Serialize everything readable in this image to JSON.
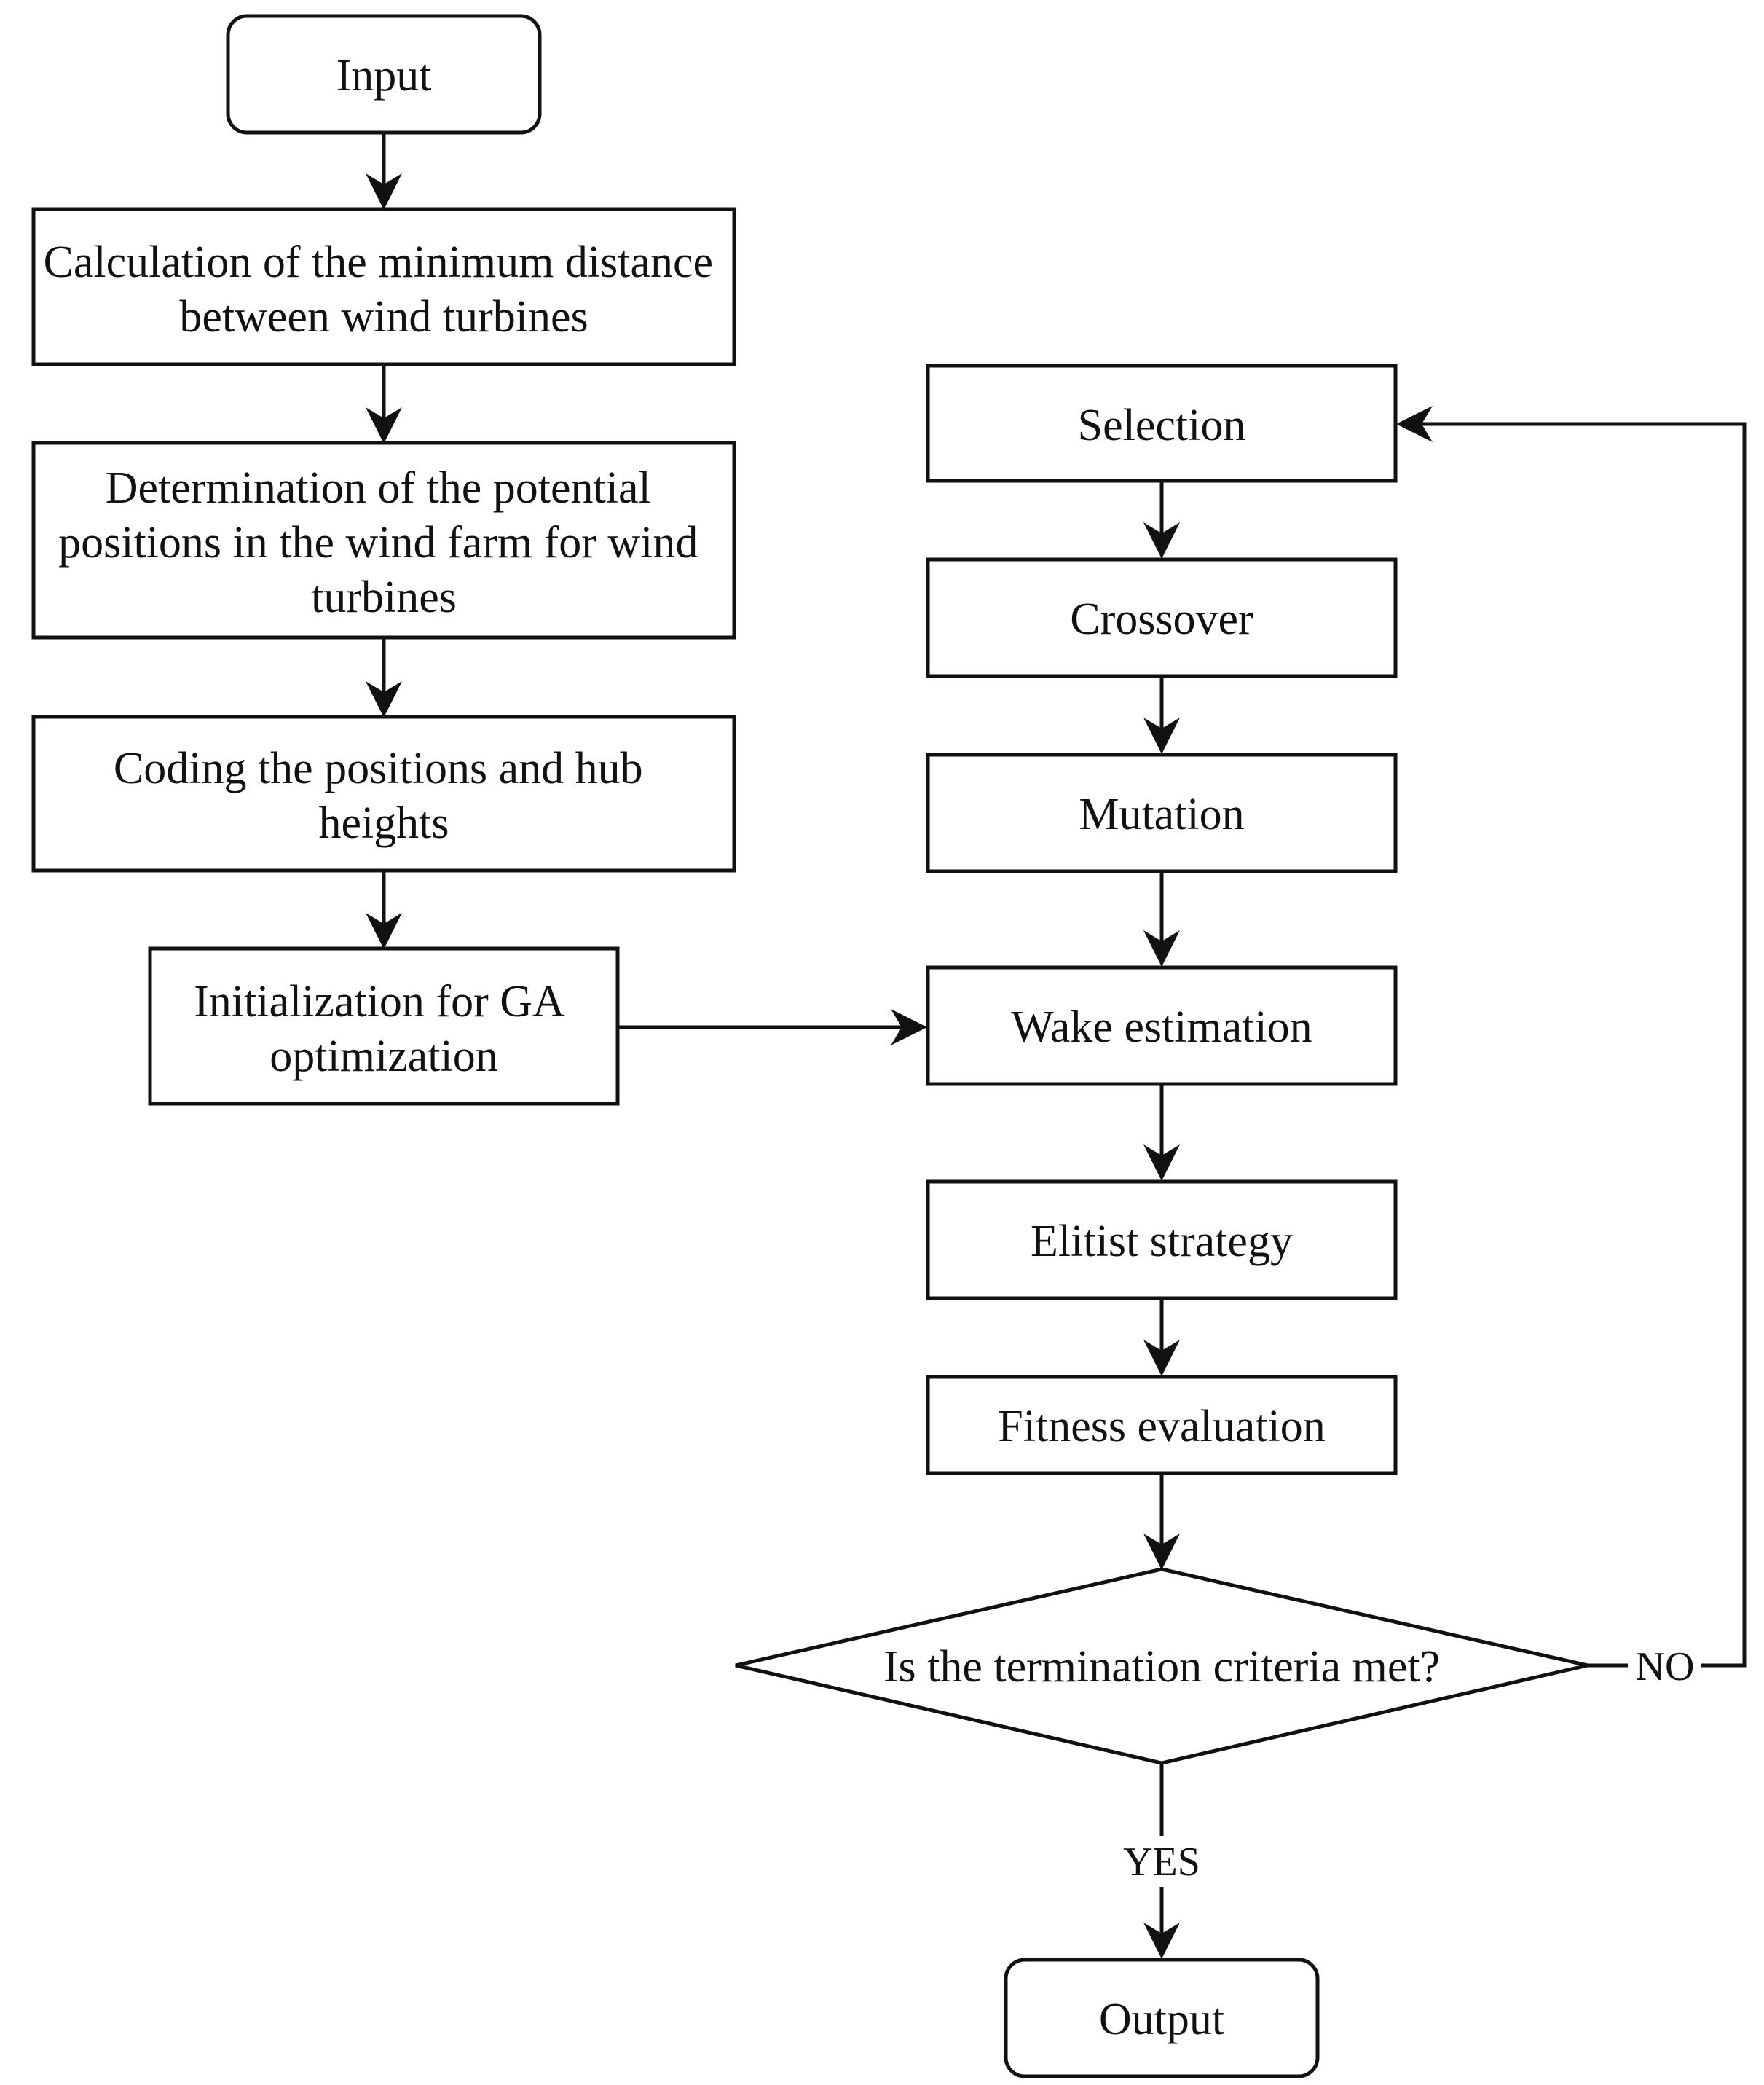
{
  "nodes": {
    "input": "Input",
    "min_distance": [
      "Calculation of the minimum distance",
      "between wind turbines"
    ],
    "potential_positions": [
      "Determination of the potential",
      "positions in the wind farm for wind",
      "turbines"
    ],
    "coding": [
      "Coding the positions and hub",
      "heights"
    ],
    "initialization": [
      "Initialization for GA",
      "optimization"
    ],
    "selection": "Selection",
    "crossover": "Crossover",
    "mutation": "Mutation",
    "wake": "Wake estimation",
    "elitist": "Elitist strategy",
    "fitness": "Fitness evaluation",
    "decision": "Is the termination criteria met?",
    "output": "Output"
  },
  "edges": {
    "no_label": "NO",
    "yes_label": "YES"
  }
}
